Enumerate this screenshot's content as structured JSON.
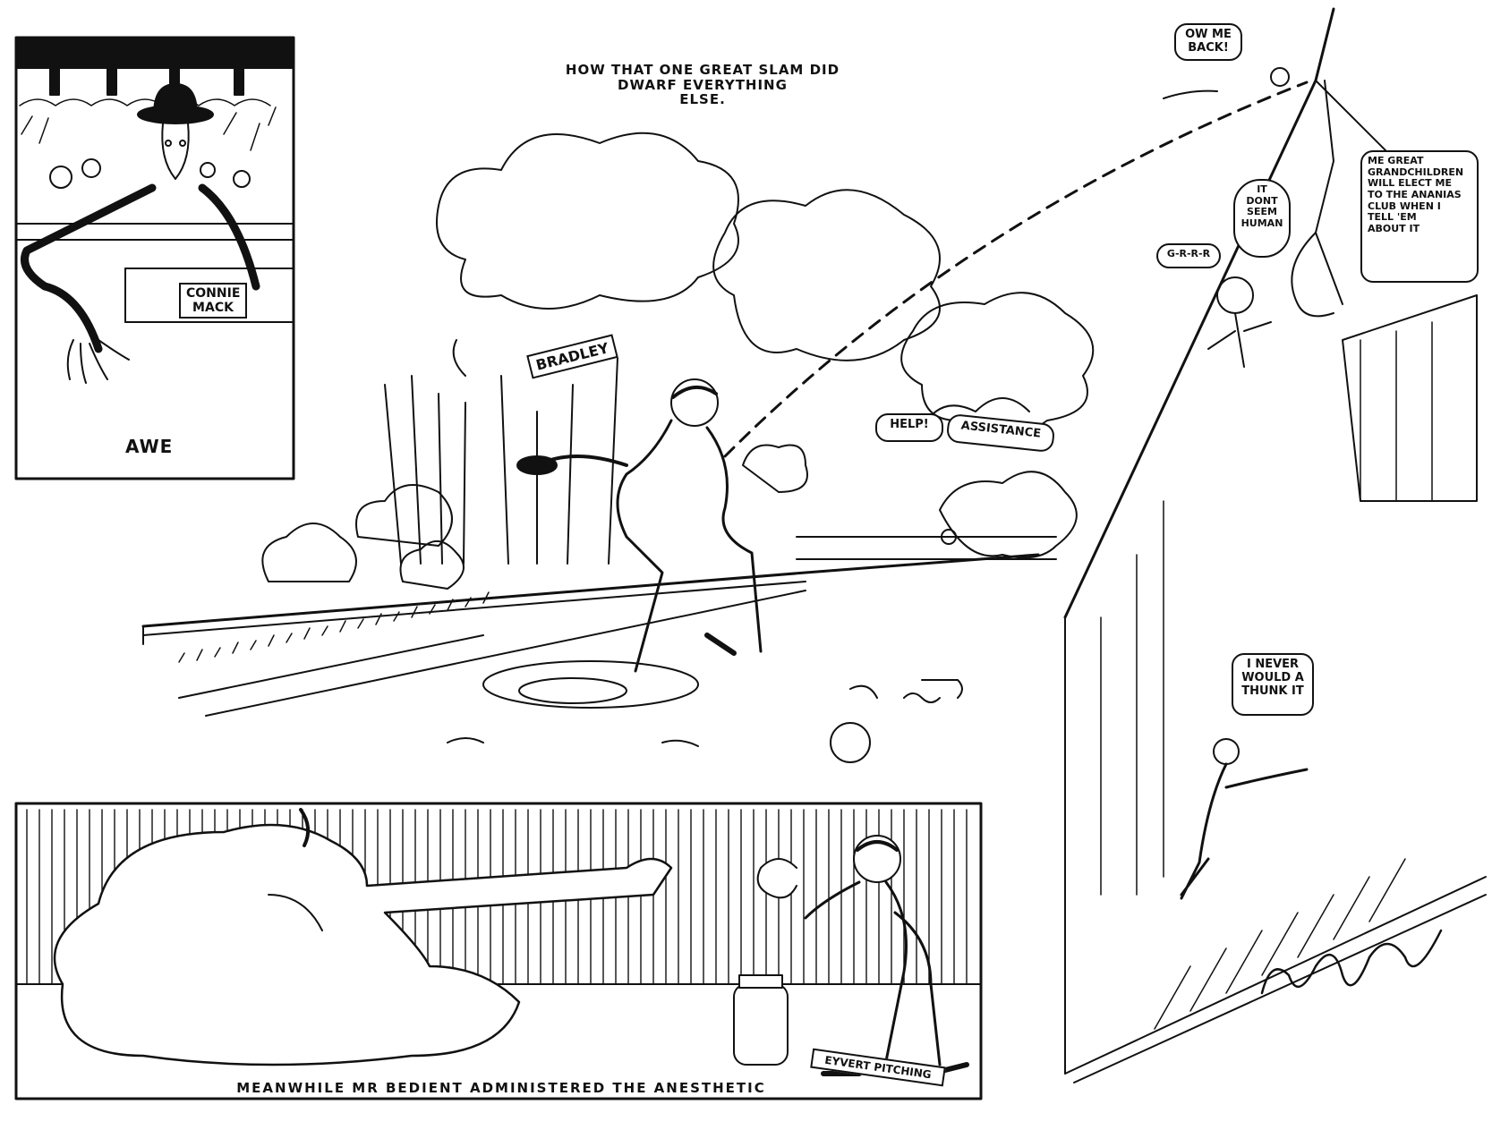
{
  "headline": {
    "line1": "HOW THAT ONE GREAT SLAM DID",
    "line2": "DWARF EVERYTHING",
    "line3": "ELSE."
  },
  "panel_awe": {
    "caption": "AWE",
    "tag": {
      "line1": "CONNIE",
      "line2": "MACK"
    }
  },
  "main_scene": {
    "player_tag": "BRADLEY",
    "bubble_help": "HELP!",
    "bubble_assistance": "ASSISTANCE"
  },
  "wall_scene": {
    "bubble_back": {
      "line1": "OW ME",
      "line2": "BACK!"
    },
    "bubble_grrr": "G-R-R-R",
    "bubble_human": {
      "line1": "IT",
      "line2": "DONT",
      "line3": "SEEM",
      "line4": "HUMAN"
    },
    "bubble_ananias": {
      "line1": "ME GREAT",
      "line2": "GRANDCHILDREN",
      "line3": "WILL ELECT ME",
      "line4": "TO THE ANANIAS",
      "line5": "CLUB WHEN I",
      "line6": "TELL 'EM",
      "line7": "ABOUT IT"
    },
    "bubble_thunk": {
      "line1": "I NEVER",
      "line2": "WOULD A",
      "line3": "THUNK IT"
    }
  },
  "panel_bottom": {
    "caption": "MEANWHILE MR BEDIENT ADMINISTERED THE ANESTHETIC",
    "tag": "EYVERT PITCHING"
  },
  "colors": {
    "ink": "#111111",
    "paper": "#ffffff"
  }
}
